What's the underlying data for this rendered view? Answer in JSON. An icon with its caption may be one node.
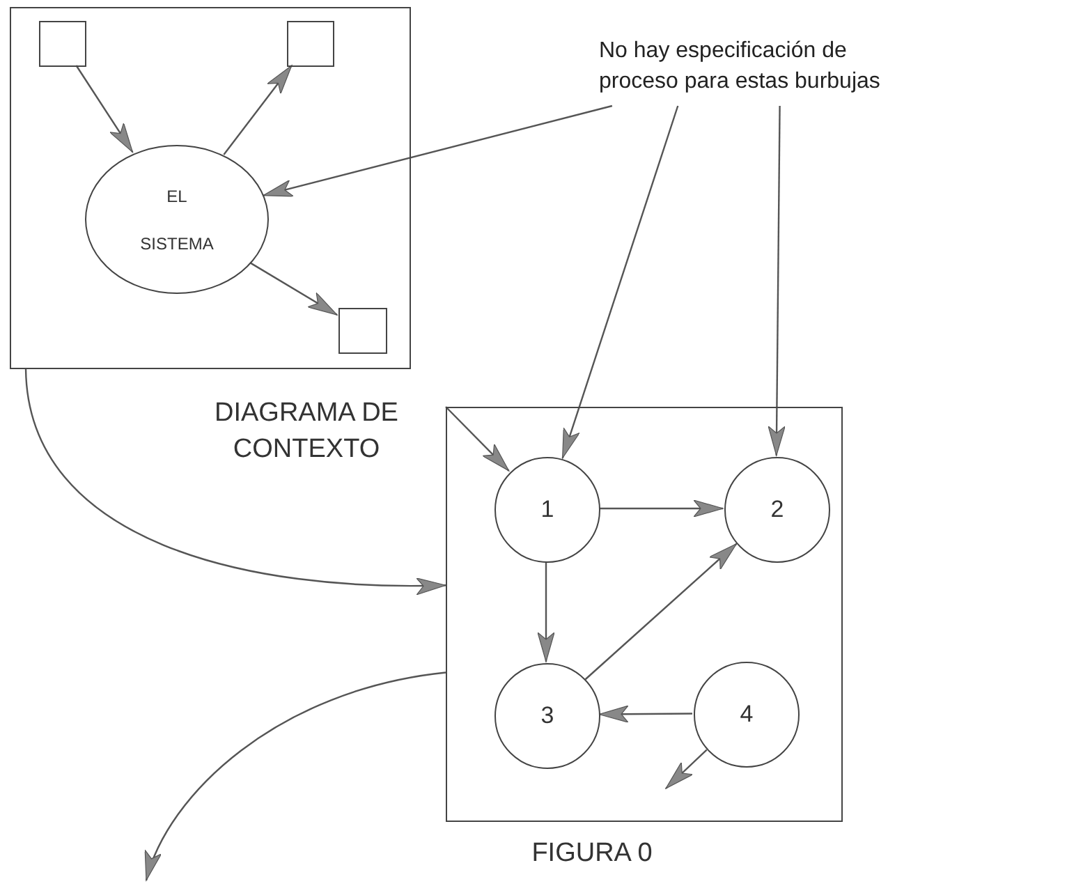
{
  "diagram": {
    "nodes": [
      {
        "text": [],
        "shape": "box",
        "beside": [
          "DIAGRAMA DE CONTEXTO"
        ]
      },
      {
        "text": [],
        "shape": "box",
        "in": 0
      },
      {
        "text": [],
        "shape": "box",
        "in": 0
      },
      {
        "text": [
          "EL SISTEMA"
        ],
        "in": 0
      },
      {
        "text": [],
        "shape": "box",
        "in": 0
      },
      {
        "text": [
          "No hay especificación de proceso para estas burbujas"
        ]
      },
      {
        "text": [],
        "shape": "box",
        "beside": [
          "FIGURA 0"
        ]
      },
      {
        "text": [
          "1"
        ],
        "in": 6
      },
      {
        "text": [
          "2"
        ],
        "in": 6
      },
      {
        "text": [
          "3"
        ],
        "in": 6
      },
      {
        "text": [
          "4"
        ],
        "in": 6
      }
    ],
    "edges": [
      {
        "from": 1,
        "to": 3,
        "arrow": "to"
      },
      {
        "from": 3,
        "to": 2,
        "arrow": "to"
      },
      {
        "from": 3,
        "to": 4,
        "arrow": "to"
      },
      {
        "from": 5,
        "to": 3,
        "arrow": "to"
      },
      {
        "from": 5,
        "to": 7,
        "arrow": "to"
      },
      {
        "from": 5,
        "to": 8,
        "arrow": "to"
      },
      {
        "from": 0,
        "to": 6,
        "arrow": "to"
      },
      {
        "from": 6,
        "to": 7,
        "arrow": "to"
      },
      {
        "from": 6,
        "to": null,
        "arrow": "to"
      },
      {
        "from": 7,
        "to": 8,
        "arrow": "to"
      },
      {
        "from": 7,
        "to": 9,
        "arrow": "to"
      },
      {
        "from": 9,
        "to": 8,
        "arrow": "to"
      },
      {
        "from": 10,
        "to": 9,
        "arrow": "to"
      },
      {
        "from": 10,
        "to": null,
        "arrow": "to"
      }
    ]
  }
}
